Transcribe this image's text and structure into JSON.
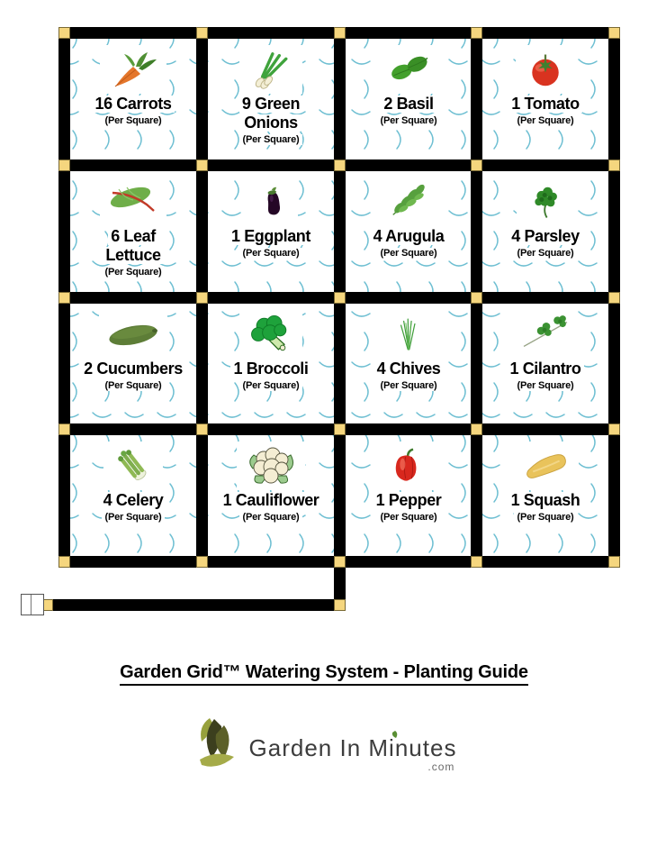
{
  "grid": {
    "pipe_color": "#000000",
    "connector_color": "#f5d67e",
    "wave_pattern_color": "#6ebfd2",
    "cells": [
      {
        "line1": "16 Carrots",
        "note": "(Per Square)",
        "icon": "carrot-icon"
      },
      {
        "line1": "9 Green",
        "line2": "Onions",
        "note": "(Per Square)",
        "icon": "green-onion-icon"
      },
      {
        "line1": "2 Basil",
        "note": "(Per Square)",
        "icon": "basil-icon"
      },
      {
        "line1": "1 Tomato",
        "note": "(Per Square)",
        "icon": "tomato-icon"
      },
      {
        "line1": "6 Leaf",
        "line2": "Lettuce",
        "note": "(Per Square)",
        "icon": "leaf-lettuce-icon"
      },
      {
        "line1": "1 Eggplant",
        "note": "(Per Square)",
        "icon": "eggplant-icon"
      },
      {
        "line1": "4 Arugula",
        "note": "(Per Square)",
        "icon": "arugula-icon"
      },
      {
        "line1": "4 Parsley",
        "note": "(Per Square)",
        "icon": "parsley-icon"
      },
      {
        "line1": "2 Cucumbers",
        "note": "(Per Square)",
        "icon": "cucumber-icon"
      },
      {
        "line1": "1 Broccoli",
        "note": "(Per Square)",
        "icon": "broccoli-icon"
      },
      {
        "line1": "4 Chives",
        "note": "(Per Square)",
        "icon": "chives-icon"
      },
      {
        "line1": "1 Cilantro",
        "note": "(Per Square)",
        "icon": "cilantro-icon"
      },
      {
        "line1": "4 Celery",
        "note": "(Per Square)",
        "icon": "celery-icon"
      },
      {
        "line1": "1 Cauliflower",
        "note": "(Per Square)",
        "icon": "cauliflower-icon"
      },
      {
        "line1": "1 Pepper",
        "note": "(Per Square)",
        "icon": "pepper-icon"
      },
      {
        "line1": "1 Squash",
        "note": "(Per Square)",
        "icon": "squash-icon"
      }
    ]
  },
  "footer": {
    "title": "Garden Grid™ Watering System - Planting Guide",
    "logo_text": "Garden In Minutes",
    "logo_suffix": ".com",
    "logo_green_dark": "#3c3f1e",
    "logo_green_light": "#a5ab49"
  }
}
